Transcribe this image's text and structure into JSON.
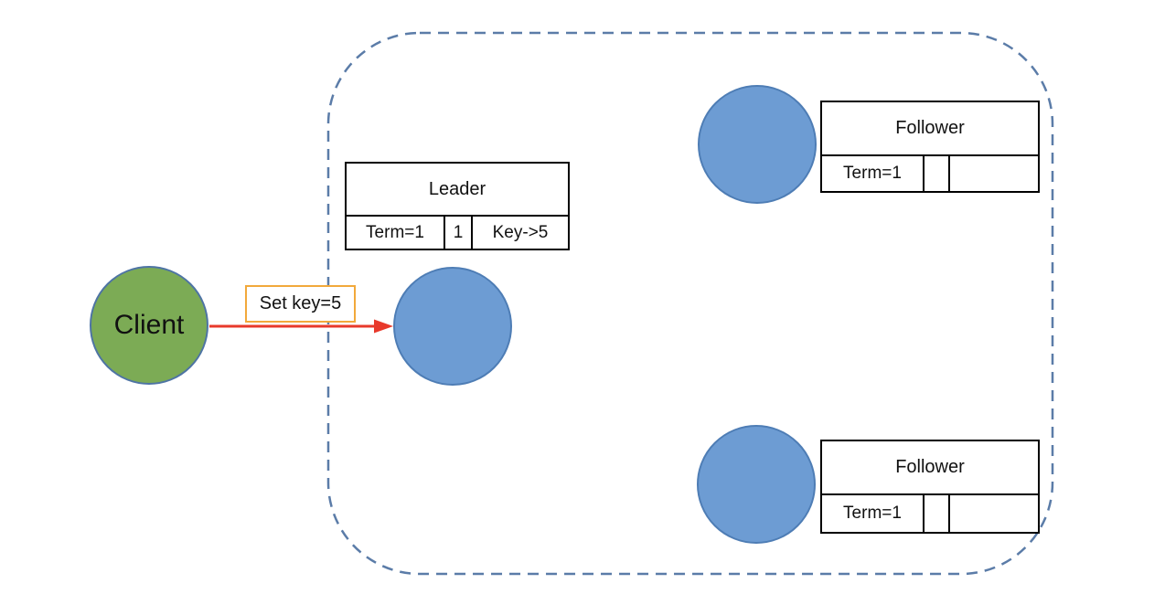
{
  "diagram": {
    "client": {
      "label": "Client"
    },
    "message": {
      "label": "Set key=5"
    },
    "leader": {
      "title": "Leader",
      "term": "Term=1",
      "log_index": "1",
      "log_entry": "Key->5"
    },
    "followers": [
      {
        "title": "Follower",
        "term": "Term=1",
        "log_index": "",
        "log_entry": ""
      },
      {
        "title": "Follower",
        "term": "Term=1",
        "log_index": "",
        "log_entry": ""
      }
    ],
    "colors": {
      "client_fill": "#7CAB55",
      "client_border": "#4E74A4",
      "node_fill": "#6D9CD3",
      "node_border": "#4E7DB5",
      "arrow_red": "#E8392B",
      "message_box_border": "#F2A93B",
      "cluster_dashed_border": "#5B7CA8",
      "table_border": "#000000"
    }
  }
}
